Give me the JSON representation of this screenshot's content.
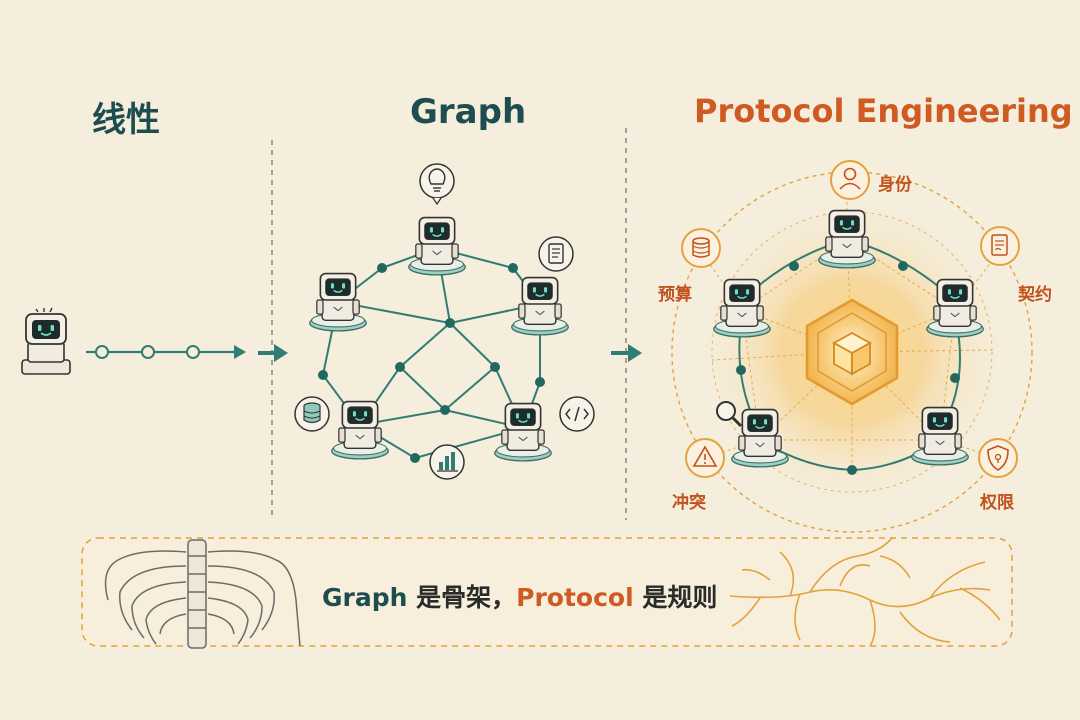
{
  "titles": {
    "linear": "线性",
    "graph": "Graph",
    "protocol": "Protocol Engineering"
  },
  "protocol_labels": {
    "identity": "身份",
    "contract": "契约",
    "budget": "预算",
    "conflict": "冲突",
    "permission": "权限"
  },
  "caption": {
    "part1": "Graph",
    "part2": " 是骨架，",
    "part3": "Protocol",
    "part4": " 是规则"
  },
  "colors": {
    "background": "#f5eedd",
    "teal": "#1d4d4f",
    "edge": "#2f7d73",
    "node": "#23685e",
    "orange": "#cf5a22",
    "gold": "#e3a23e"
  },
  "icons": {
    "graph_top": "lightbulb-icon",
    "graph_right": "document-icon",
    "graph_left": "database-icon",
    "graph_bottom": "bar-chart-icon",
    "graph_bottom_right": "code-icon",
    "protocol_identity": "person-icon",
    "protocol_contract": "contract-icon",
    "protocol_budget": "coins-icon",
    "protocol_conflict": "warning-icon",
    "protocol_permission": "shield-icon",
    "protocol_center": "cube-icon"
  }
}
